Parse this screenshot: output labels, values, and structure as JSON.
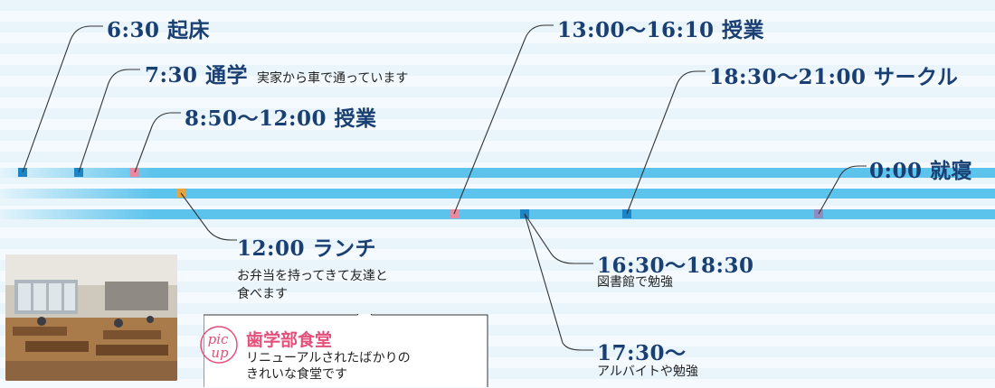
{
  "colors": {
    "bar": "#5cc3ec",
    "bar_fade": "#e4f4fb",
    "text": "#1a3f73",
    "line": "#333333",
    "marker_blue": "#1d84c6",
    "marker_pink": "#e98aa0",
    "marker_orange": "#e8a33a",
    "marker_purple": "#8f8cbf",
    "accent_pink": "#e4507a"
  },
  "schedule": [
    {
      "time": "6:30",
      "activity": "起床",
      "marker_color": "blue"
    },
    {
      "time": "7:30",
      "activity": "通学",
      "note": "実家から車で通っています",
      "marker_color": "blue"
    },
    {
      "time": "8:50〜12:00",
      "activity": "授業",
      "marker_color": "pink"
    },
    {
      "time": "13:00〜16:10",
      "activity": "授業",
      "marker_color": "pink"
    },
    {
      "time": "18:30〜21:00",
      "activity": "サークル",
      "marker_color": "blue"
    },
    {
      "time": "0:00",
      "activity": "就寝",
      "marker_color": "purple"
    },
    {
      "time": "12:00",
      "activity": "ランチ",
      "note_lines": [
        "お弁当を持ってきて友達と",
        "食べます"
      ],
      "marker_color": "orange"
    },
    {
      "time": "16:30〜18:30",
      "note": "図書館で勉強",
      "marker_color": "blue"
    },
    {
      "time": "17:30〜",
      "note": "アルバイトや勉強",
      "marker_color": "blue"
    }
  ],
  "pickup": {
    "logo": "pic-up-logo",
    "title": "歯学部食堂",
    "desc_lines": [
      "リニューアルされたばかりの",
      "きれいな食堂です"
    ],
    "photo": "cafeteria-photo"
  }
}
